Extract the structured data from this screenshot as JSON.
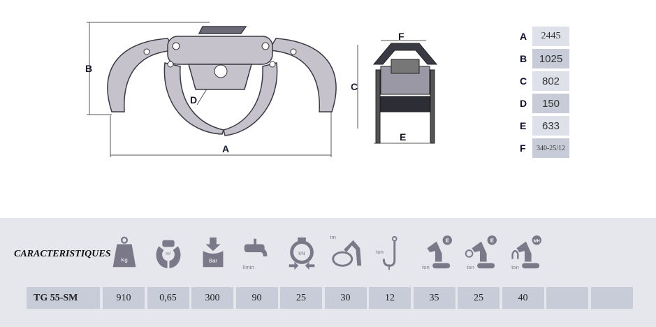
{
  "drawing_labels": {
    "A": "A",
    "B": "B",
    "C": "C",
    "D": "D",
    "E": "E",
    "F": "F"
  },
  "dimensions": [
    {
      "letter": "A",
      "value": "2445"
    },
    {
      "letter": "B",
      "value": "1025"
    },
    {
      "letter": "C",
      "value": "802"
    },
    {
      "letter": "D",
      "value": "150"
    },
    {
      "letter": "E",
      "value": "633"
    },
    {
      "letter": "F",
      "value": "340-25/12"
    }
  ],
  "specs": {
    "title": "CARACTERISTIQUES",
    "icons": [
      {
        "name": "weight-kg-icon",
        "label": "Kg"
      },
      {
        "name": "opening-area-icon",
        "label": "m²"
      },
      {
        "name": "pressure-bar-icon",
        "label": "Bar"
      },
      {
        "name": "flow-lmin-icon",
        "label": "l/min"
      },
      {
        "name": "force-kn-icon",
        "label": "kN"
      },
      {
        "name": "rotator-tm-icon",
        "label": "tm"
      },
      {
        "name": "hook-ton-icon",
        "label": "ton"
      },
      {
        "name": "excavator-e-grapple-icon",
        "label": "ton",
        "badge": "E"
      },
      {
        "name": "excavator-e-icon",
        "label": "ton",
        "badge": "E"
      },
      {
        "name": "material-handler-icon",
        "label": "ton",
        "badge": "MH"
      }
    ],
    "model": "TG 55-SM",
    "values": [
      "910",
      "0,65",
      "300",
      "90",
      "25",
      "30",
      "12",
      "35",
      "25",
      "40",
      "",
      ""
    ]
  },
  "colors": {
    "icon": "#7a7889",
    "band": "#e6e7ec",
    "cell": "#c8ccd8"
  }
}
